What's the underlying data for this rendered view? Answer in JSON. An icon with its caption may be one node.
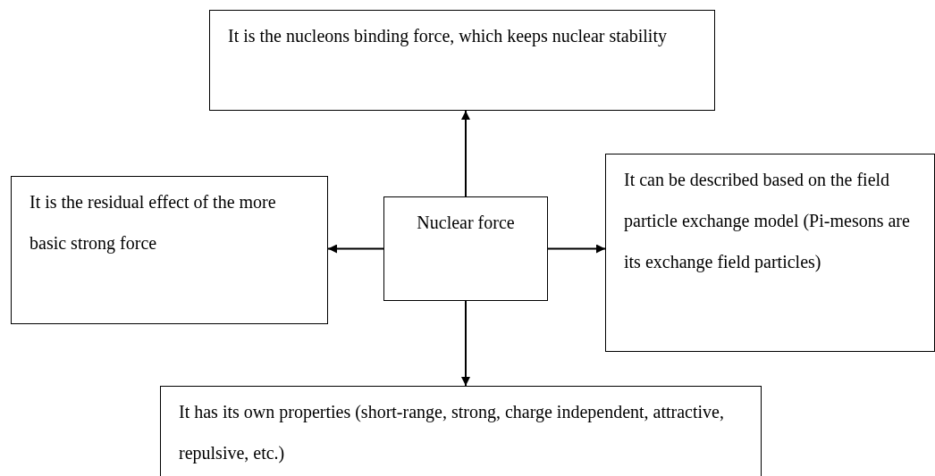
{
  "diagram": {
    "nodes": [
      {
        "text": [
          "Nuclear force"
        ]
      },
      {
        "text": [
          "It is the nucleons binding force, which keeps nuclear stability"
        ]
      },
      {
        "text": [
          "It is the residual effect of the more basic strong force"
        ]
      },
      {
        "text": [
          "It can be described based on the field particle exchange model (Pi-mesons are its exchange field particles)"
        ]
      },
      {
        "text": [
          "It has its own properties (short-range, strong, charge independent, attractive, repulsive, etc.)"
        ]
      }
    ],
    "edges": [
      {
        "from": 0,
        "to": 1,
        "arrow": "to"
      },
      {
        "from": 0,
        "to": 2,
        "arrow": "to"
      },
      {
        "from": 0,
        "to": 3,
        "arrow": "to"
      },
      {
        "from": 0,
        "to": 4,
        "arrow": "to"
      }
    ]
  }
}
